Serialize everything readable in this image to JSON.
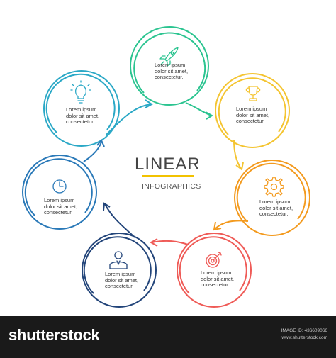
{
  "center": {
    "title": "LINEAR",
    "subtitle": "INFOGRAPHICS"
  },
  "nodes": [
    {
      "id": "rocket",
      "icon": "rocket-icon",
      "color": "#2bc490",
      "lines": [
        "Lorem ipsum",
        "dolor sit amet,",
        "consectetur."
      ]
    },
    {
      "id": "trophy",
      "icon": "trophy-icon",
      "color": "#f4c430",
      "lines": [
        "Lorem ipsum",
        "dolor sit amet,",
        "consectetur."
      ]
    },
    {
      "id": "gear",
      "icon": "gear-icon",
      "color": "#f39a1e",
      "lines": [
        "Lorem ipsum",
        "dolor sit amet,",
        "consectetur."
      ]
    },
    {
      "id": "target",
      "icon": "target-icon",
      "color": "#ef5b57",
      "lines": [
        "Lorem ipsum",
        "dolor sit amet,",
        "consectetur."
      ]
    },
    {
      "id": "user",
      "icon": "user-icon",
      "color": "#23457a",
      "lines": [
        "Lorem ipsum",
        "dolor sit amet,",
        "consectetur."
      ]
    },
    {
      "id": "clock",
      "icon": "clock-icon",
      "color": "#2a79b8",
      "lines": [
        "Lorem ipsum",
        "dolor sit amet,",
        "consectetur."
      ]
    },
    {
      "id": "bulb",
      "icon": "lightbulb-icon",
      "color": "#2aa8c6",
      "lines": [
        "Lorem ipsum",
        "dolor sit amet,",
        "consectetur."
      ]
    }
  ],
  "footer": {
    "logo": "shutterstock",
    "image_id": "IMAGE ID: 436609066",
    "site": "www.shutterstock.com"
  }
}
